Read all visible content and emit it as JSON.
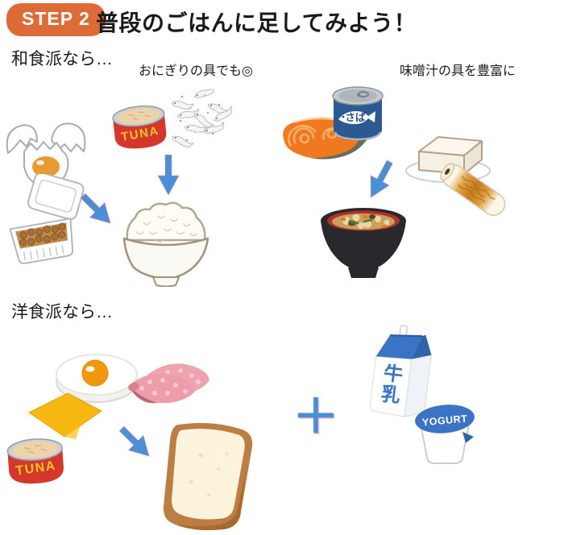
{
  "header": {
    "step_badge": "STEP 2",
    "title": "普段のごはんに足してみよう！"
  },
  "sections": {
    "washoku": {
      "label": "和食派なら…",
      "onigiri_note": "おにぎりの具でも◎",
      "miso_note": "味噌汁の具を豊富に"
    },
    "yoshoku": {
      "label": "洋食派なら…",
      "plus_sign": "＋"
    }
  },
  "product_labels": {
    "tuna_can": "TUNA",
    "saba_can": "さば",
    "milk_carton": "牛乳",
    "yogurt_cup": "YOGURT"
  },
  "colors": {
    "badge_orange": "#DD6B37",
    "arrow_blue": "#4A8FD8",
    "tuna_can_red": "#D6372B",
    "saba_can_navy": "#2B5A92",
    "dairy_blue": "#3B74C4",
    "salmon_orange": "#F0781E",
    "miso_bowl_black": "#29292D",
    "miso_rim_red": "#B23028"
  }
}
